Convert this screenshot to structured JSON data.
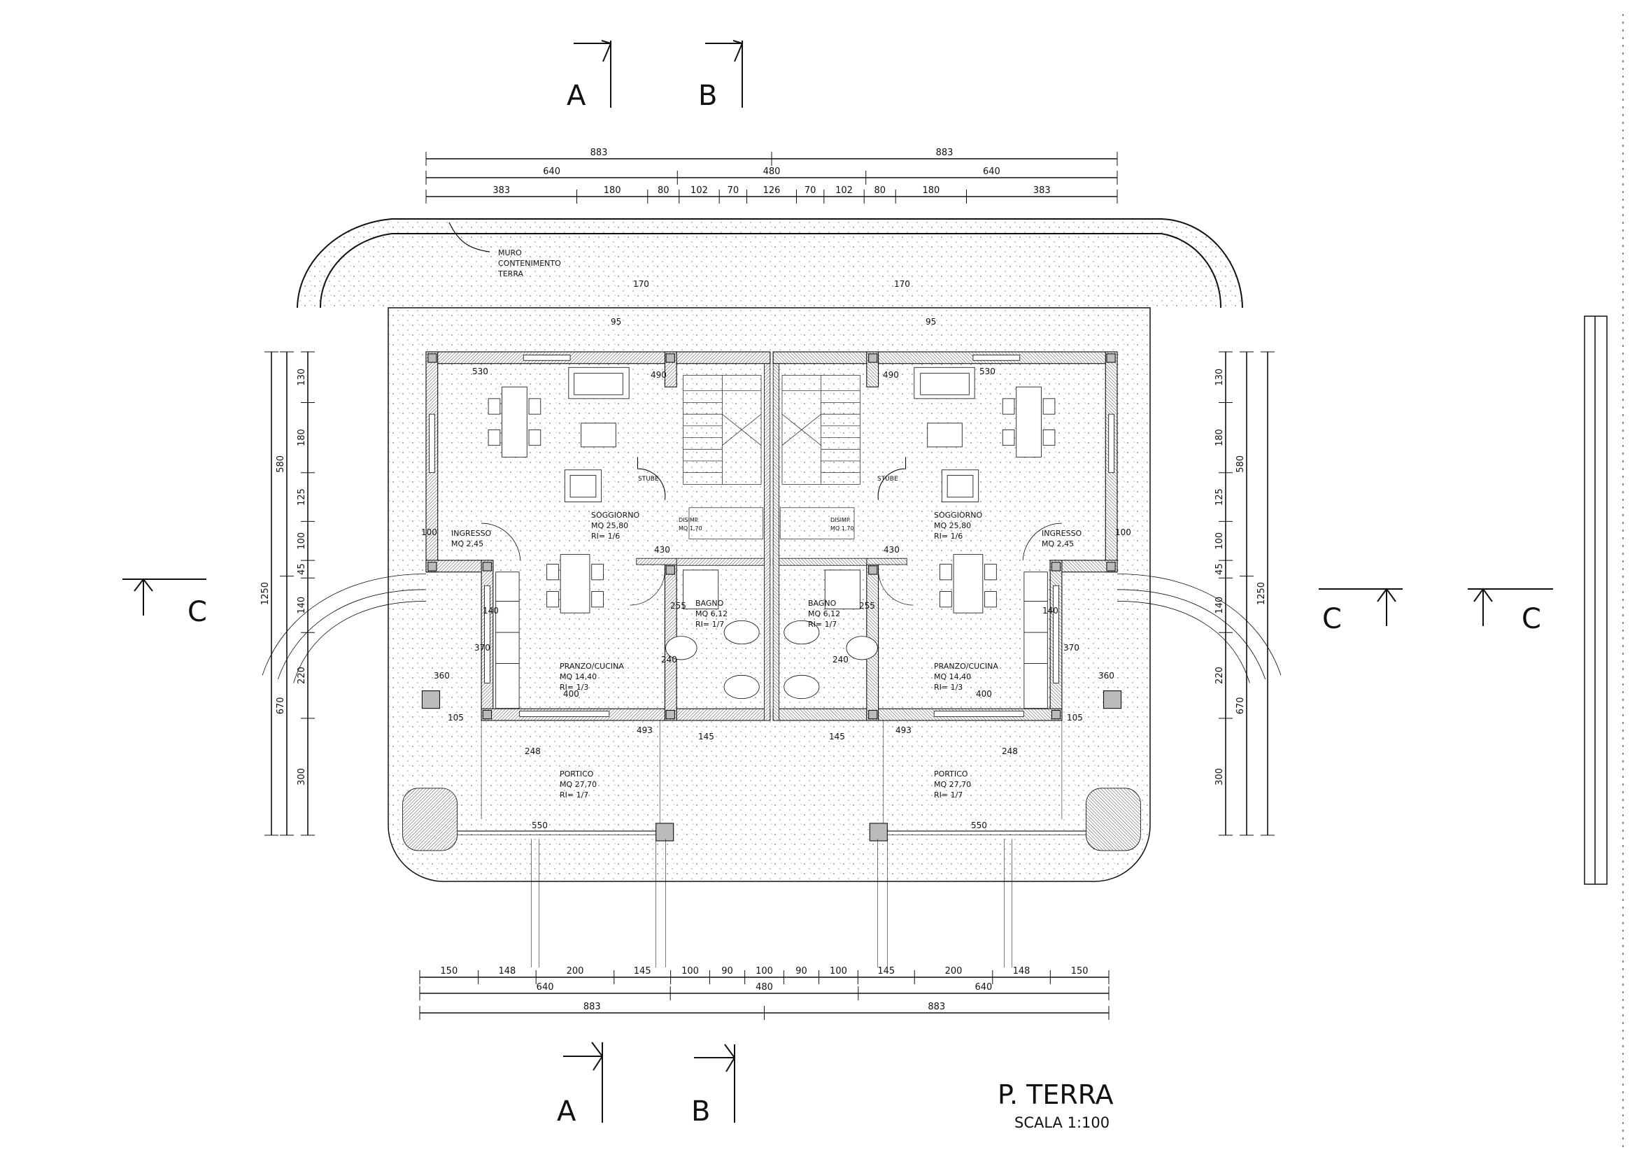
{
  "title": "P. TERRA",
  "scale": "SCALA 1:100",
  "sections": {
    "a": "A",
    "b": "B",
    "c": "C"
  },
  "note_retaining_wall": [
    "MURO",
    "CONTENIMENTO",
    "TERRA"
  ],
  "rooms": {
    "soggiorno": {
      "name": "SOGGIORNO",
      "area": "MQ 25,80",
      "ri": "RI= 1/6"
    },
    "ingresso": {
      "name": "INGRESSO",
      "area": "MQ 2,45"
    },
    "pranzo": {
      "name": "PRANZO/CUCINA",
      "area": "MQ 14,40",
      "ri": "RI= 1/3"
    },
    "bagno": {
      "name": "BAGNO",
      "area": "MQ 6,12",
      "ri": "RI= 1/7"
    },
    "disimpegno": {
      "name": "DISIMP.",
      "area": "MQ 1,70"
    },
    "portico": {
      "name": "PORTICO",
      "area": "MQ 27,70",
      "ri": "RI= 1/7"
    },
    "stube": {
      "name": "STUBE"
    }
  },
  "dimensions": {
    "top": [
      [
        883,
        883
      ],
      [
        640,
        480,
        640
      ],
      [
        383,
        180,
        80,
        102,
        70,
        126,
        70,
        102,
        80,
        180,
        383
      ]
    ],
    "bottom": [
      [
        150,
        148,
        200,
        145,
        100,
        90,
        100,
        90,
        100,
        145,
        200,
        148,
        150
      ],
      [
        640,
        480,
        640
      ],
      [
        883,
        883
      ]
    ],
    "left": [
      [
        1250
      ],
      [
        580,
        670
      ],
      [
        130,
        180,
        125,
        100,
        45,
        140,
        220,
        300
      ]
    ],
    "right": [
      [
        1250
      ],
      [
        580,
        670
      ],
      [
        130,
        180,
        125,
        100,
        45,
        140,
        220,
        300
      ]
    ],
    "misc": [
      "170",
      "170",
      "95",
      "95",
      "530",
      "530",
      "490",
      "490",
      "430",
      "430",
      "400",
      "400",
      "240",
      "240",
      "255",
      "255",
      "370",
      "370",
      "360",
      "360",
      "493",
      "493",
      "248",
      "248",
      "145",
      "145",
      "550",
      "550",
      "105",
      "105",
      "140",
      "140",
      "100",
      "100"
    ]
  }
}
